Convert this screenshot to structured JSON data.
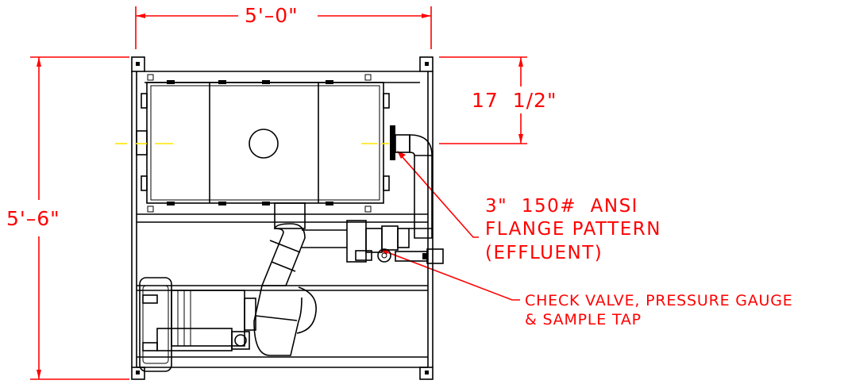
{
  "dimensions": {
    "width": "5'–0\"",
    "height": "5'–6\"",
    "offset": "17  1/2\""
  },
  "notes": {
    "flange": [
      "3\"  150#  ANSI",
      "FLANGE PATTERN",
      "(EFFLUENT)"
    ],
    "check_valve": [
      "CHECK VALVE, PRESSURE GAUGE",
      "& SAMPLE TAP"
    ]
  },
  "colors": {
    "dimension": "#ff0000",
    "drawing": "#000000",
    "centerline": "#ffe600"
  }
}
